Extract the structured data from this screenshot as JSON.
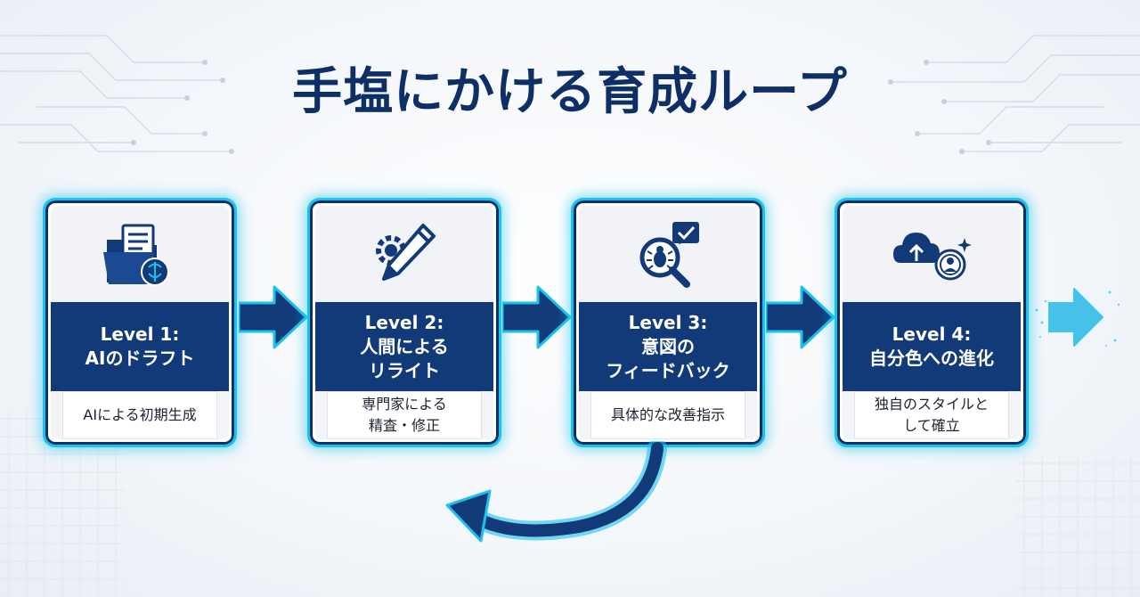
{
  "title": "手塩にかける育成ループ",
  "accent_color": "#19c3ee",
  "primary_color": "#133a78",
  "steps": [
    {
      "level": "Level 1:",
      "name_lines": [
        "AIのドラフト"
      ],
      "desc_lines": [
        "AIによる初期生成"
      ],
      "icon": "folder-brain-icon"
    },
    {
      "level": "Level 2:",
      "name_lines": [
        "人間による",
        "リライト"
      ],
      "desc_lines": [
        "専門家による",
        "精査・修正"
      ],
      "icon": "gear-pencil-icon"
    },
    {
      "level": "Level 3:",
      "name_lines": [
        "意図の",
        "フィードバック"
      ],
      "desc_lines": [
        "具体的な改善指示"
      ],
      "icon": "bug-magnifier-check-icon"
    },
    {
      "level": "Level 4:",
      "name_lines": [
        "自分色への進化"
      ],
      "desc_lines": [
        "独自のスタイルと",
        "して確立"
      ],
      "icon": "cloud-user-sparkle-icon"
    }
  ]
}
